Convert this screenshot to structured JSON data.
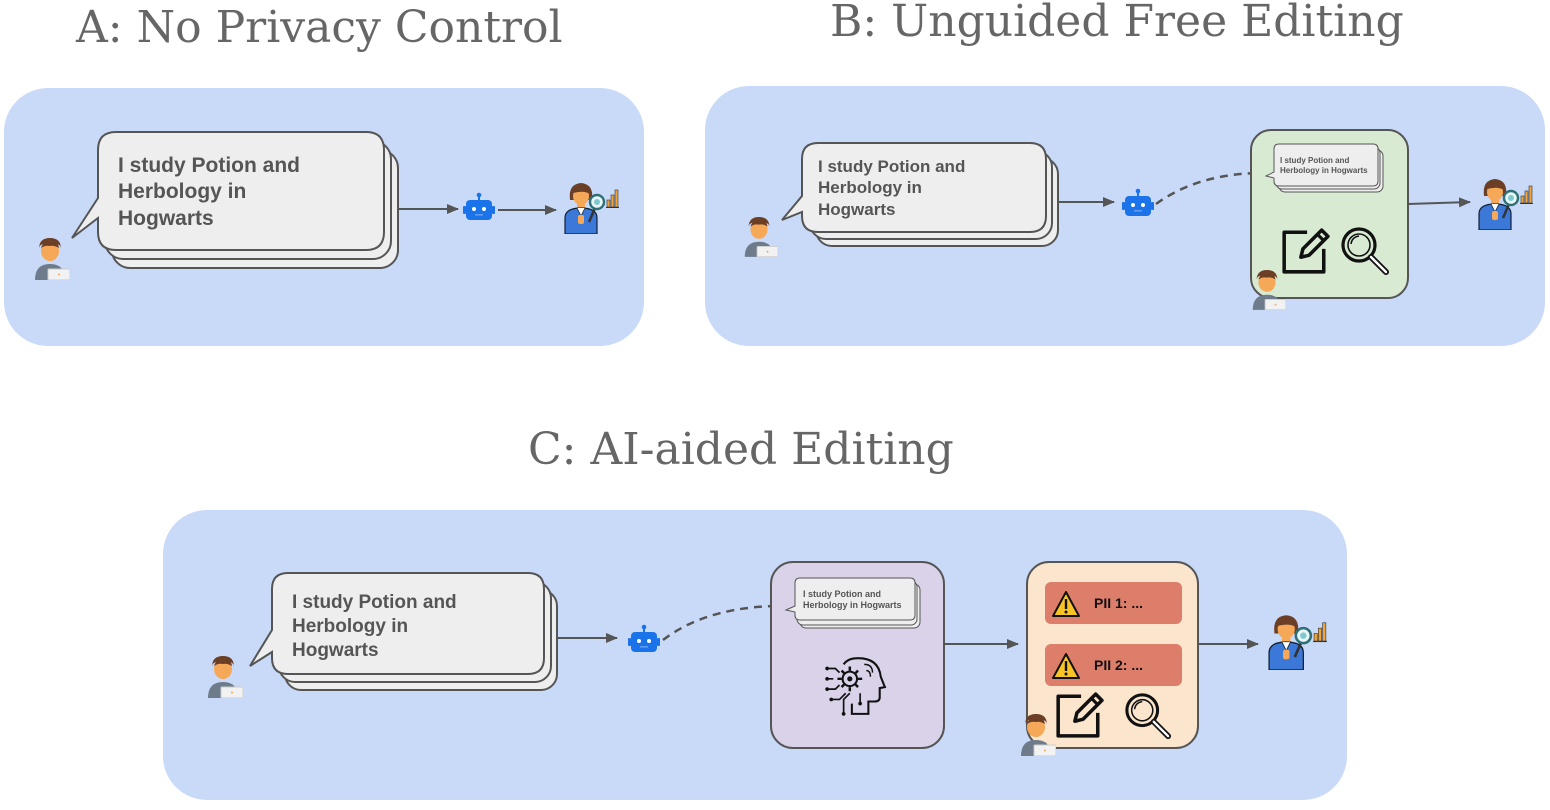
{
  "panels": {
    "a": {
      "title": "A: No Privacy Control",
      "message": [
        "I study Potion and",
        "Herbology in",
        "Hogwarts"
      ]
    },
    "b": {
      "title": "B: Unguided Free Editing",
      "message": [
        "I study Potion and",
        "Herbology in",
        "Hogwarts"
      ],
      "mini_message": [
        "I study Potion and",
        "Herbology in Hogwarts"
      ]
    },
    "c": {
      "title": "C: AI-aided Editing",
      "message": [
        "I study Potion and",
        "Herbology in",
        "Hogwarts"
      ],
      "mini_message": [
        "I study Potion and",
        "Herbology in Hogwarts"
      ],
      "pii_items": [
        "PII 1: ...",
        "PII 2: ..."
      ]
    }
  },
  "colors": {
    "panel_bg": "#c9daf8",
    "bubble_fill": "#eeeeee",
    "bubble_stroke": "#555555",
    "edit_box_green": "#d9ead3",
    "ai_box_purple": "#d9d2e9",
    "pii_box_peach": "#fce5cd",
    "pii_item_red": "#dd7e6b",
    "robot_blue": "#1a73e8",
    "analyst_blue": "#3c78d8"
  },
  "icons": [
    "user-laptop-icon",
    "robot-icon",
    "analyst-icon",
    "edit-icon",
    "magnifier-icon",
    "ai-brain-icon",
    "warning-icon"
  ]
}
